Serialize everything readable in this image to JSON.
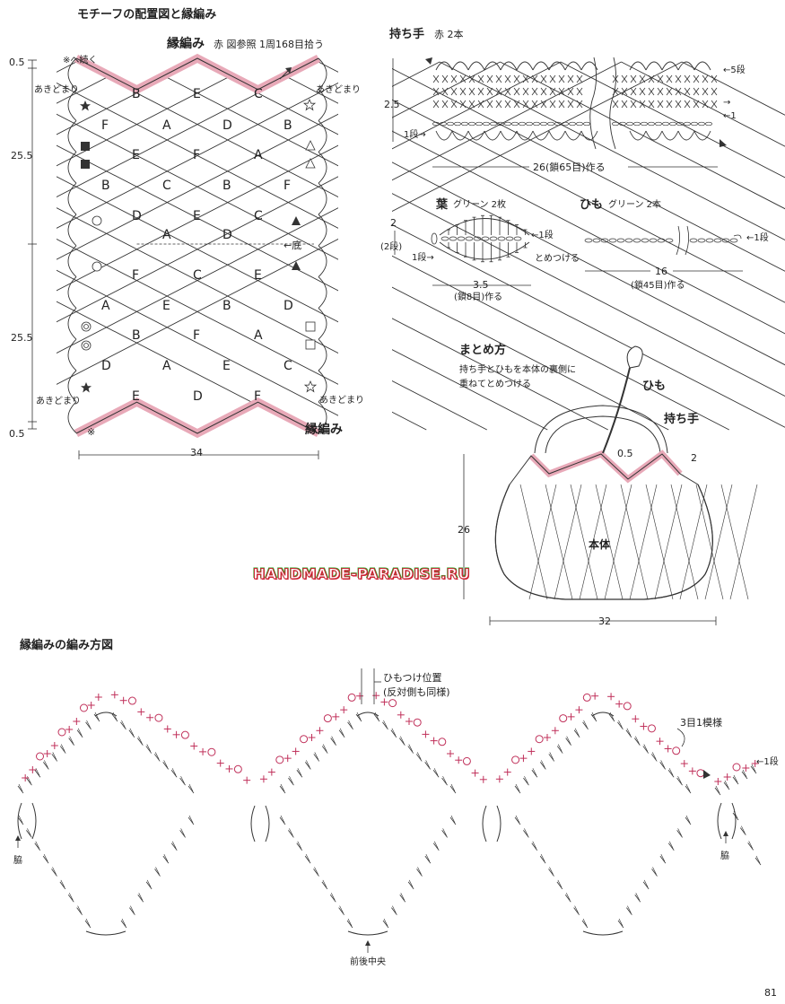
{
  "motif": {
    "title": "モチーフの配置図と縁編み",
    "border_title": "縁編み",
    "border_note": "赤 図参照 1周168目拾う",
    "continue_note": "※へ続く",
    "akidomari": "あきどまり",
    "bottom_label": "←底",
    "border_label_bottom": "縁編み",
    "asterisk": "※",
    "dim_top": "0.5",
    "dim_upper": "25.5",
    "dim_lower": "25.5",
    "dim_bottom": "0.5",
    "dim_width": "34",
    "rows": [
      [
        "B",
        "E",
        "C"
      ],
      [
        "F",
        "A",
        "D",
        "B"
      ],
      [
        "E",
        "F",
        "A"
      ],
      [
        "B",
        "C",
        "B",
        "F"
      ],
      [
        "D",
        "E",
        "C"
      ],
      [
        "A",
        "D"
      ],
      [
        "F",
        "C",
        "E"
      ],
      [
        "A",
        "E",
        "B",
        "D"
      ],
      [
        "B",
        "F",
        "A"
      ],
      [
        "D",
        "A",
        "E",
        "C"
      ],
      [
        "E",
        "D",
        "F"
      ]
    ]
  },
  "handle": {
    "title": "持ち手",
    "note": "赤 2本",
    "height": "2.5",
    "row5": "←5段",
    "row_arrow": "→",
    "row1_right": "←1",
    "row1_left": "1段→",
    "chain_note": "26(鎖65目)作る"
  },
  "leaf": {
    "title": "葉",
    "note": "グリーン 2枚",
    "height": "2",
    "rows_note": "(2段)",
    "row1_right": "←1段",
    "row1_left": "1段→",
    "join": "とめつける",
    "width": "3.5",
    "chain_note": "(鎖8目)作る"
  },
  "cord": {
    "title": "ひも",
    "note": "グリーン 2本",
    "row1": "←1段",
    "length": "16",
    "chain_note": "(鎖45目)作る"
  },
  "assembly": {
    "title": "まとめ方",
    "note_line1": "持ち手とひもを本体の裏側に",
    "note_line2": "重ねてとめつける",
    "cord_label": "ひも",
    "handle_label": "持ち手",
    "dim_05": "0.5",
    "dim_2": "2",
    "height": "26",
    "width": "32",
    "body_label": "本体"
  },
  "watermark": "HANDMADE-PARADISE.RU",
  "border_chart": {
    "title": "縁編みの編み方図",
    "cord_position": "ひもつけ位置",
    "cord_position_note": "(反対側も同様)",
    "repeat": "3目1模様",
    "row1": "←1段",
    "side_left": "脇",
    "side_right": "脇",
    "center": "前後中央"
  },
  "page_number": "81",
  "colors": {
    "pink": "#e8a9b8",
    "accent": "#c0305a",
    "ink": "#333333"
  }
}
